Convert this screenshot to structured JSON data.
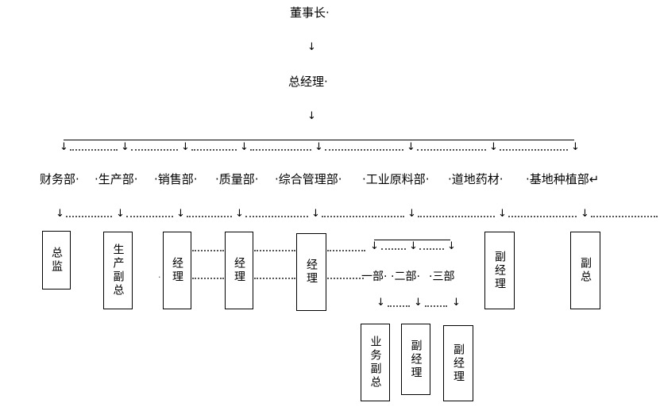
{
  "chart": {
    "chairman": "董事长·",
    "general_manager": "总经理·",
    "departments": [
      "财务部·",
      "·生产部·",
      "·销售部·",
      "·质量部·",
      "·综合管理部·",
      "·工业原料部·",
      "·道地药材·",
      "·基地种植部↵"
    ],
    "dept_boxes": [
      "总监",
      "生产副总",
      "经理",
      "经理",
      "经理",
      "副经理",
      "副总"
    ],
    "sub_units": [
      "一部·",
      "·二部·",
      "·三部"
    ],
    "sub_boxes": [
      "业务副总",
      "副经理",
      "副经理"
    ]
  }
}
